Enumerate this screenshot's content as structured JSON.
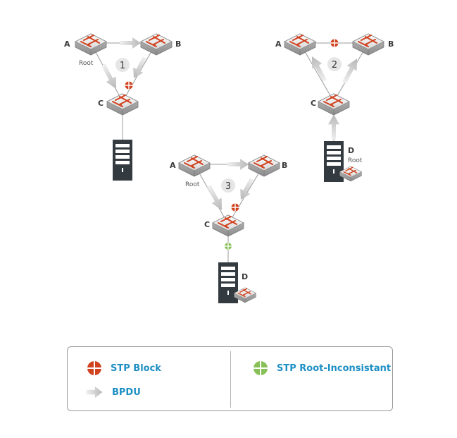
{
  "diagrams": [
    {
      "number": "1",
      "labels": {
        "a": "A",
        "b": "B",
        "c": "C",
        "root": "Root"
      }
    },
    {
      "number": "2",
      "labels": {
        "a": "A",
        "b": "B",
        "c": "C",
        "d": "D",
        "root": "Root"
      }
    },
    {
      "number": "3",
      "labels": {
        "a": "A",
        "b": "B",
        "c": "C",
        "d": "D",
        "root": "Root"
      }
    }
  ],
  "legend": {
    "stp_block": "STP Block",
    "bpdu": "BPDU",
    "stp_root_inconsistent": "STP Root-Inconsistant"
  },
  "colors": {
    "block": "#d1421f",
    "root_inconsistent": "#88c057",
    "legend_text": "#1d8fc4",
    "arrow": "#c8c8c8"
  }
}
